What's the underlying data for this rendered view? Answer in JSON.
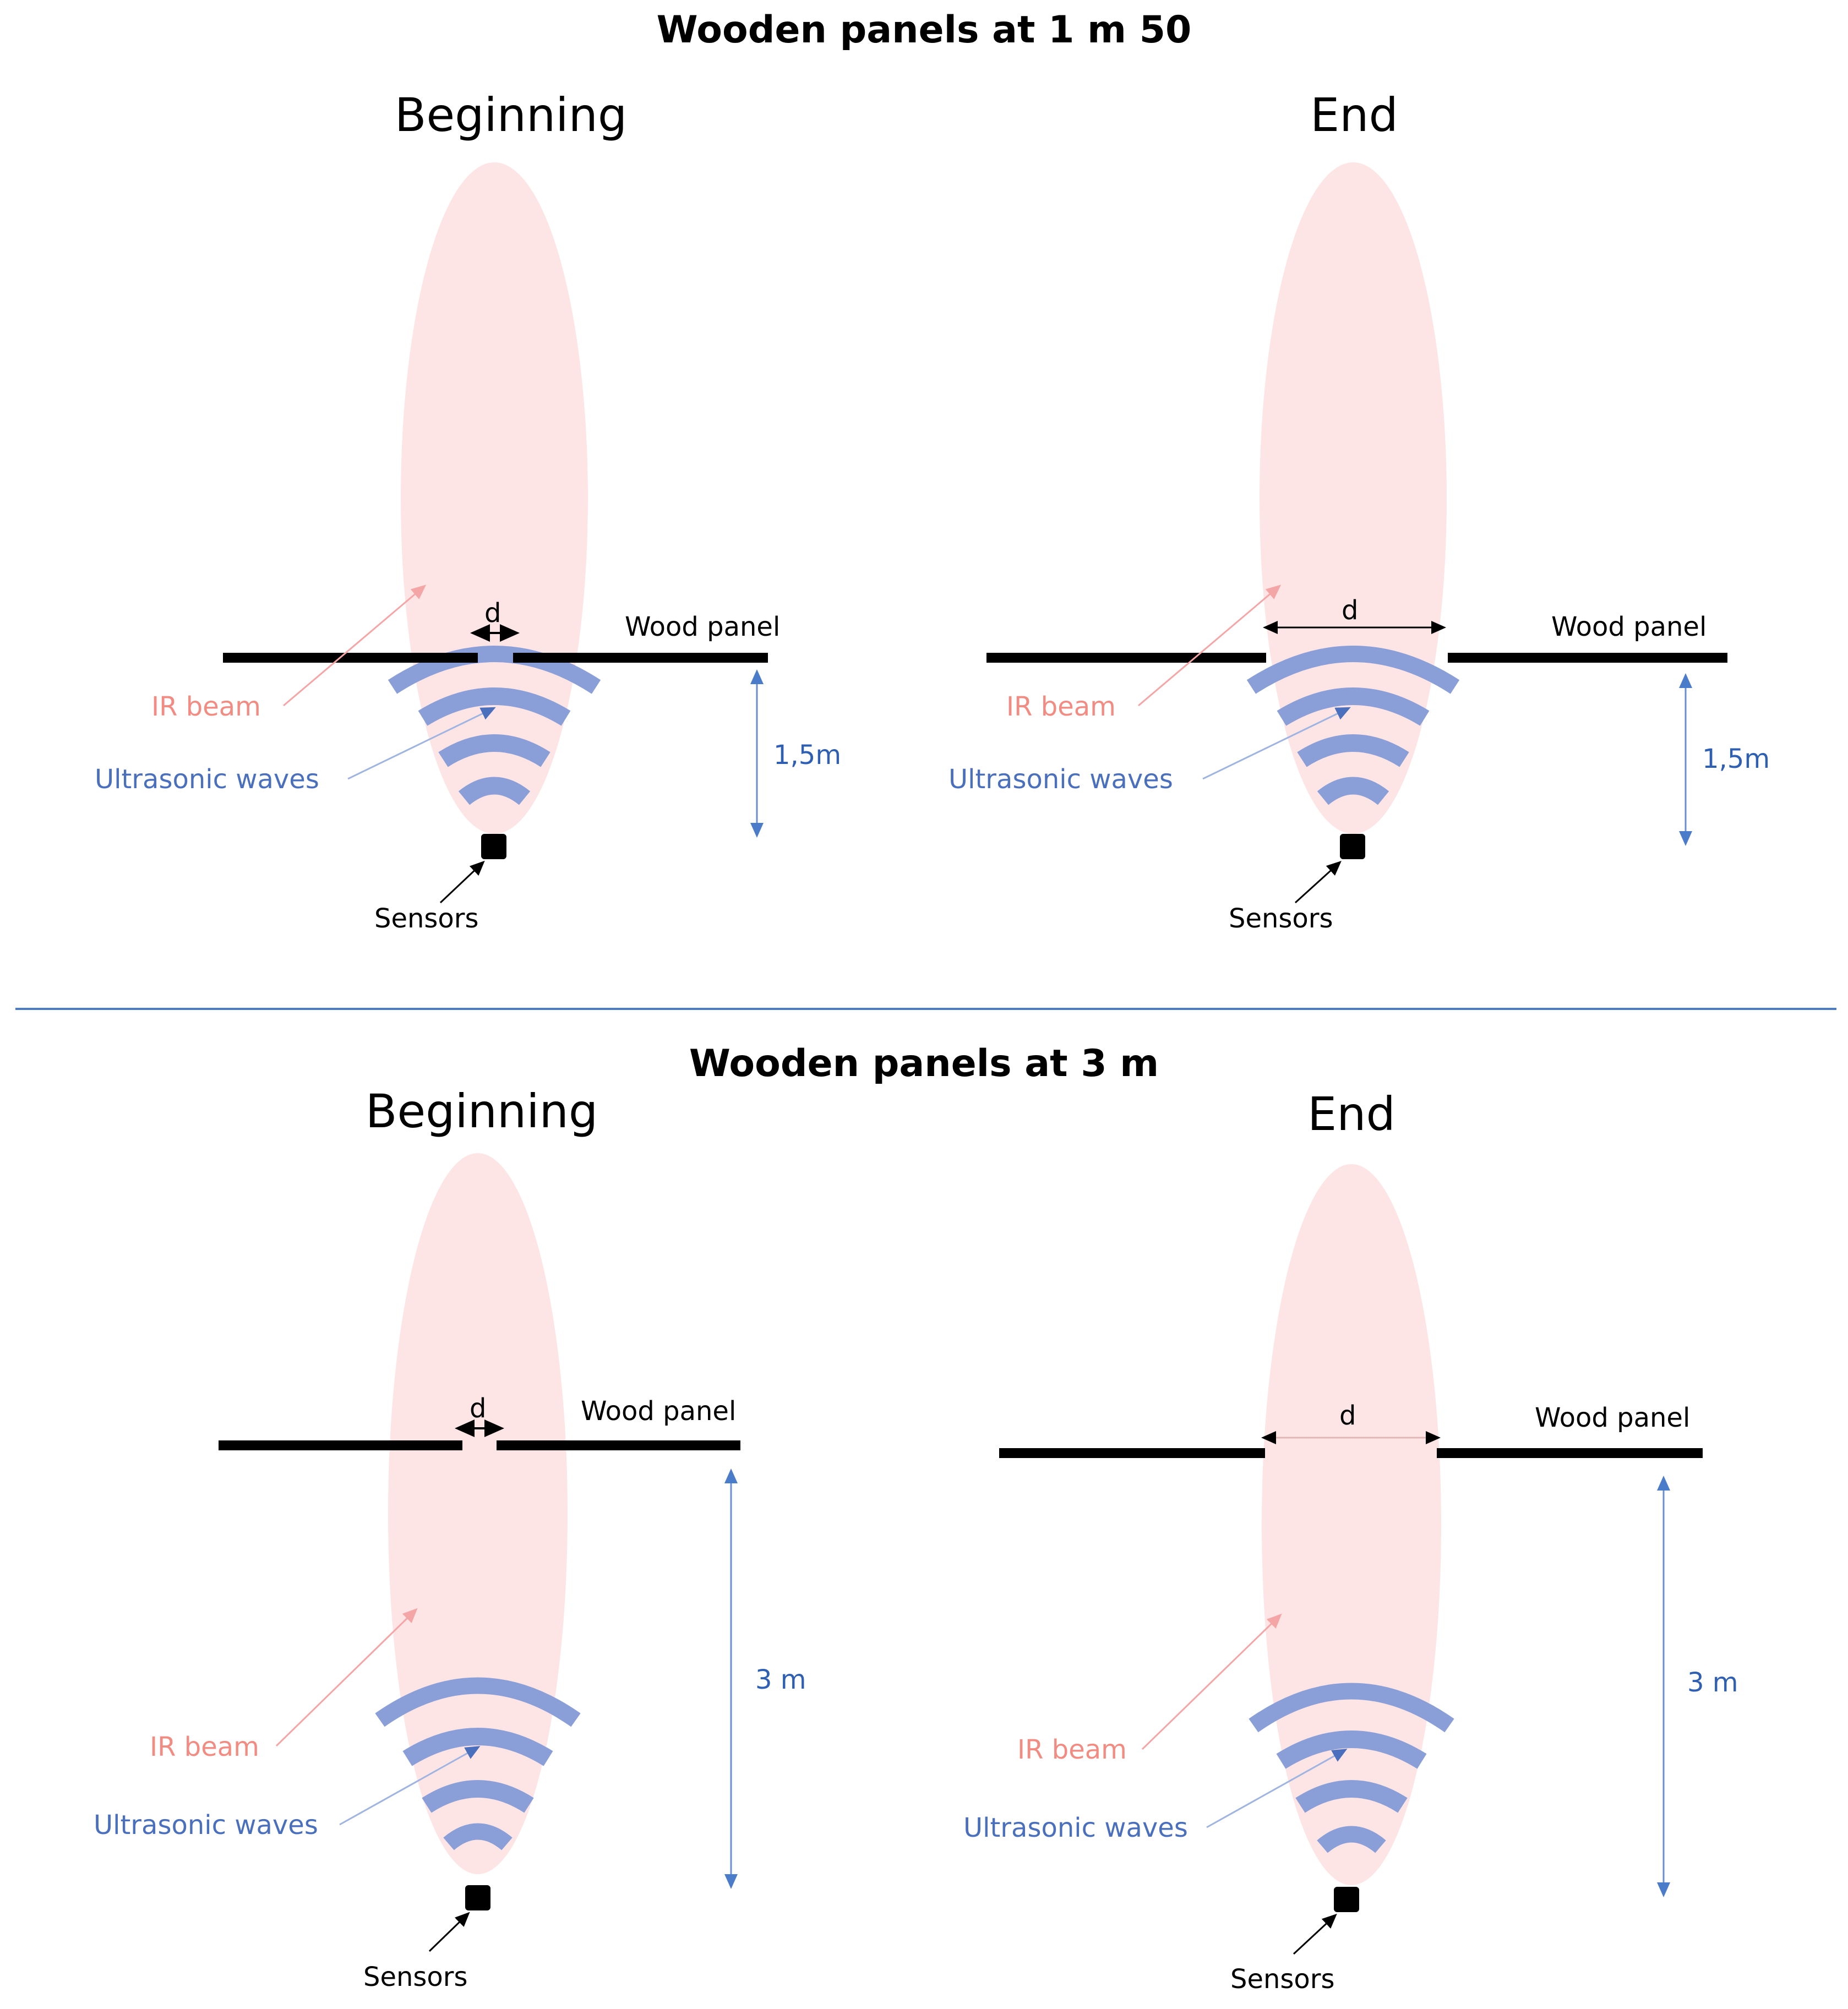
{
  "sections": [
    {
      "title": "Wooden panels at 1 m 50",
      "panels": [
        {
          "subtitle": "Beginning",
          "d_label": "d",
          "wood_label": "Wood panel",
          "ir_label": "IR beam",
          "us_label": "Ultrasonic waves",
          "distance_label": "1,5m",
          "sensors_label": "Sensors"
        },
        {
          "subtitle": "End",
          "d_label": "d",
          "wood_label": "Wood panel",
          "ir_label": "IR beam",
          "us_label": "Ultrasonic waves",
          "distance_label": "1,5m",
          "sensors_label": "Sensors"
        }
      ]
    },
    {
      "title": "Wooden panels at 3 m",
      "panels": [
        {
          "subtitle": "Beginning",
          "d_label": "d",
          "wood_label": "Wood panel",
          "ir_label": "IR beam",
          "us_label": "Ultrasonic waves",
          "distance_label": "3 m",
          "sensors_label": "Sensors"
        },
        {
          "subtitle": "End",
          "d_label": "d",
          "wood_label": "Wood panel",
          "ir_label": "IR beam",
          "us_label": "Ultrasonic waves",
          "distance_label": "3 m",
          "sensors_label": "Sensors"
        }
      ]
    }
  ],
  "colors": {
    "ir_beam_fill": "#fde5e5",
    "ir_label": "#f28b82",
    "ultrasonic": "#8a9fd8",
    "ultrasonic_label": "#4a6fbd",
    "dimension": "#4a7cc9",
    "panel": "#000000",
    "divider": "#4a7cc9"
  }
}
